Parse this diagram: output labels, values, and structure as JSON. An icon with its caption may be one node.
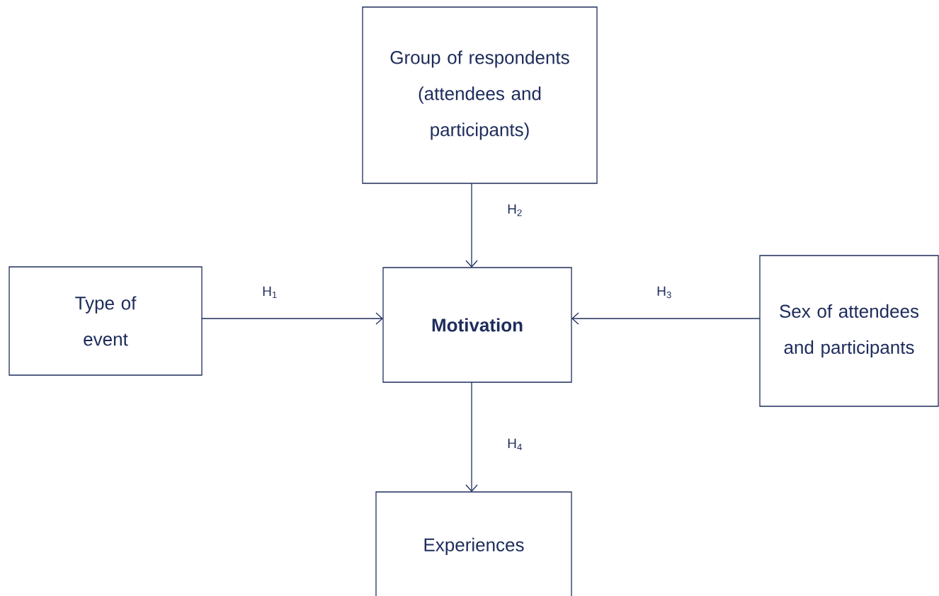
{
  "diagram": {
    "nodes": [
      {
        "text": [
          "Group of respondents (attendees and participants)"
        ]
      },
      {
        "text": [
          "Type of event"
        ]
      },
      {
        "text": [
          "Motivation"
        ]
      },
      {
        "text": [
          "Sex of attendees and participants"
        ]
      },
      {
        "text": [
          "Experiences"
        ]
      }
    ],
    "edges": [
      {
        "from": 0,
        "to": 2,
        "arrow": "to",
        "label": "H$_{2}$"
      },
      {
        "from": 1,
        "to": 2,
        "arrow": "to",
        "label": "H$_{1}$"
      },
      {
        "from": 3,
        "to": 2,
        "arrow": "to",
        "label": "H$_{3}$"
      },
      {
        "from": 2,
        "to": 4,
        "arrow": "to",
        "label": "H$_{4}$"
      }
    ]
  }
}
